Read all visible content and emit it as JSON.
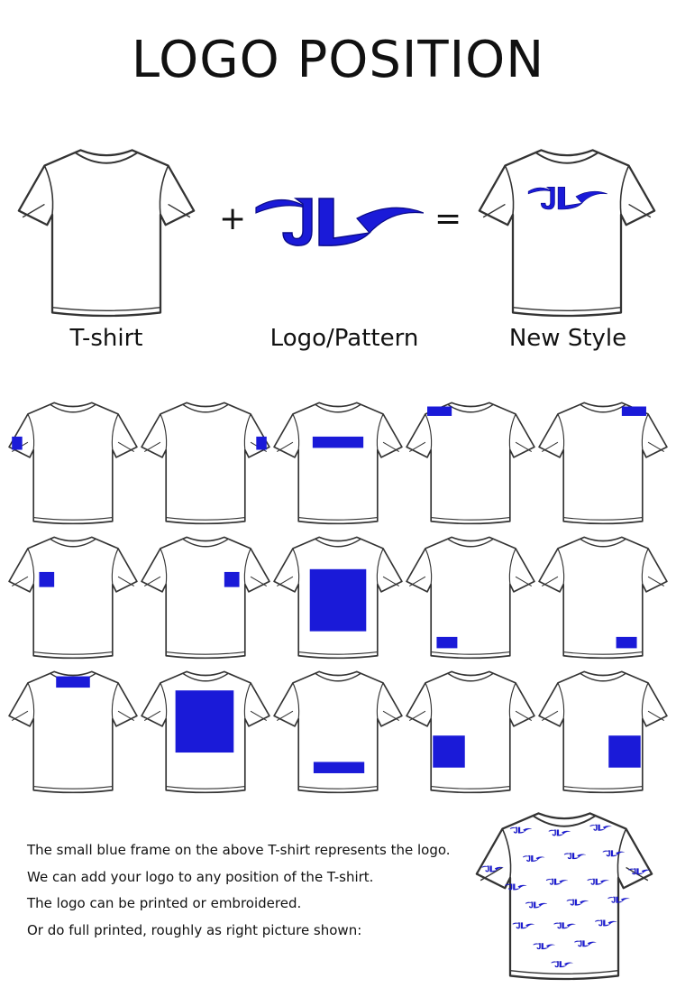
{
  "title": "LOGO POSITION",
  "top_row": {
    "tshirt_caption": "T-shirt",
    "logo_caption": "Logo/Pattern",
    "result_caption": "New Style",
    "plus": "+",
    "equals": "=",
    "logo_text": "JL"
  },
  "accent_color": "#1a1ad8",
  "placements": [
    "right-sleeve",
    "left-sleeve",
    "chest-center-bar",
    "right-shoulder",
    "left-shoulder",
    "left-chest",
    "right-chest",
    "front-center-large",
    "bottom-left-hem",
    "bottom-right-hem",
    "upper-back-bar",
    "back-center-large",
    "bottom-center-bar",
    "lower-left-large",
    "lower-right-large"
  ],
  "notes": [
    "The small blue frame on the above T-shirt represents the logo.",
    "We can add your logo to any position of the T-shirt.",
    "The logo can be printed or embroidered.",
    "Or do full printed, roughly as right picture shown:"
  ]
}
